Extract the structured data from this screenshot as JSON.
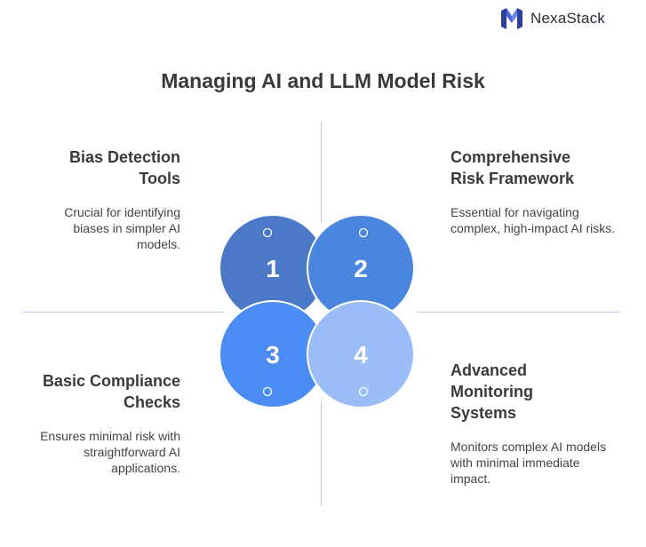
{
  "brand": {
    "name": "NexaStack"
  },
  "title": "Managing AI and LLM Model Risk",
  "quadrants": [
    {
      "number": "1",
      "heading": "Bias Detection Tools",
      "description": "Crucial for identifying biases in simpler AI models.",
      "color": "#4C78C8"
    },
    {
      "number": "2",
      "heading": "Comprehensive Risk Framework",
      "description": "Essential for navigating complex, high-impact AI risks.",
      "color": "#4A86E0"
    },
    {
      "number": "3",
      "heading": "Basic Compliance Checks",
      "description": "Ensures minimal risk with straightforward AI applications.",
      "color": "#4B8BF4"
    },
    {
      "number": "4",
      "heading": "Advanced Monitoring Systems",
      "description": "Monitors complex AI models with minimal immediate impact.",
      "color": "#9ABDF8"
    }
  ]
}
